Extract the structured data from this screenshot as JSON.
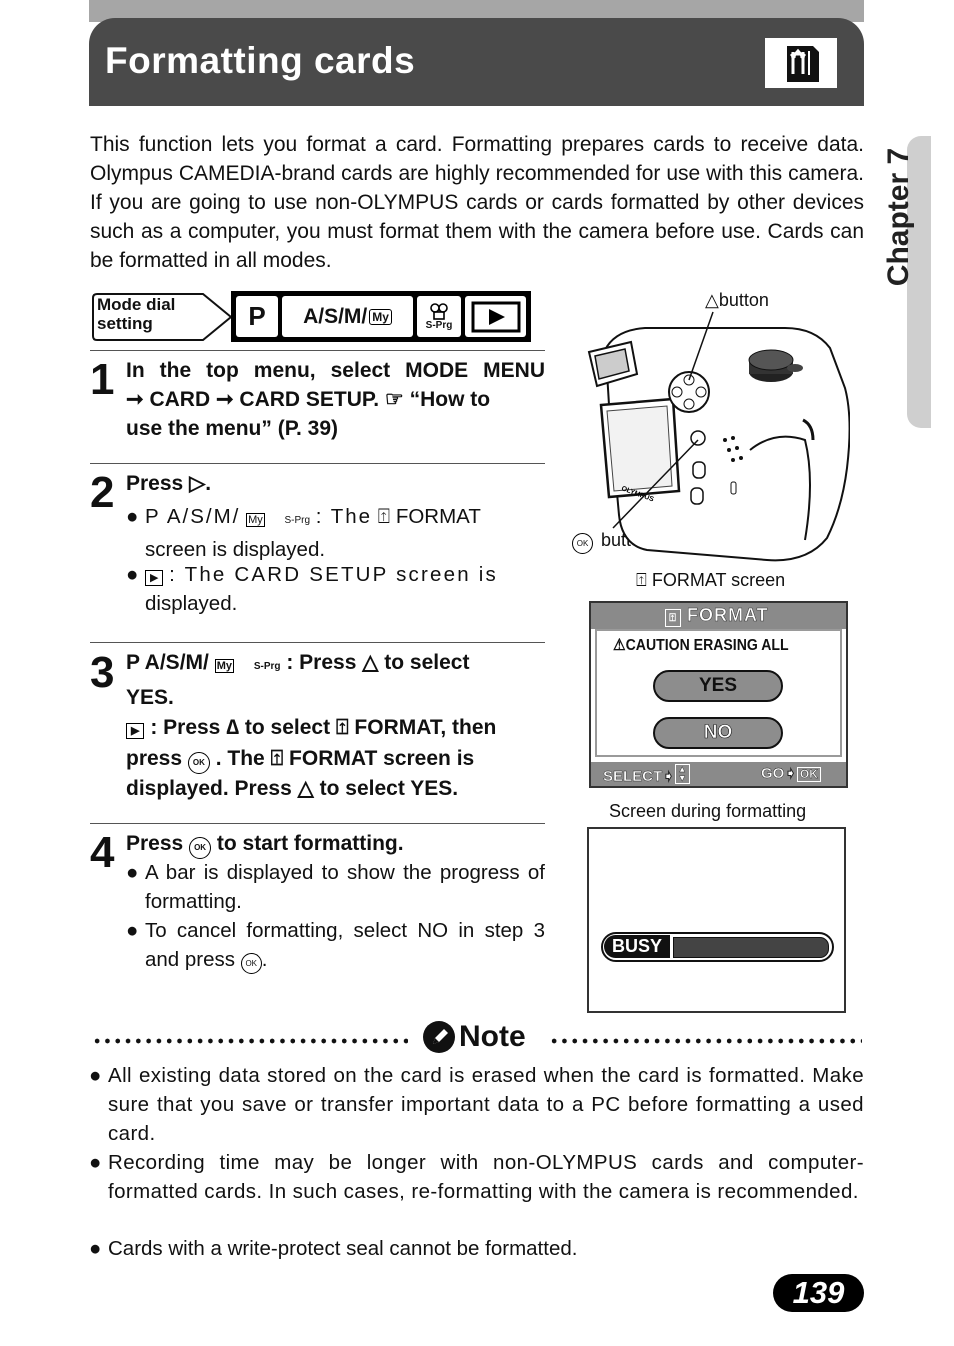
{
  "header": {
    "title": "Formatting cards"
  },
  "chapter_tab": "Chapter 7",
  "intro": "This function lets you format a card. Formatting prepares cards to receive data. Olympus CAMEDIA-brand cards are highly recommended for use with this camera. If you are going to use non-OLYMPUS cards or cards formatted by other devices such as a computer, you must format them with the camera before use. Cards can be formatted in all modes.",
  "mode_dial": {
    "label_line1": "Mode dial",
    "label_line2": "setting",
    "p": "P",
    "asm": "A/S/M/",
    "my": "My",
    "sprg": "S-Prg"
  },
  "steps": [
    {
      "number": "1",
      "line1": "In the top menu, select MODE MENU",
      "line2a": "CARD",
      "line2b": "CARD SETUP.",
      "line2c": "“How to",
      "line3": "use the menu” (P. 39)"
    },
    {
      "number": "2",
      "press": "Press",
      "b1_prefix": "P  A/S/M/",
      "b1_colon": ":  The",
      "b1_format": "FORMAT",
      "b1_line2": "screen is displayed.",
      "b2_text": ":  The  CARD  SETUP  screen  is",
      "b2_line2": "displayed."
    },
    {
      "number": "3",
      "l1_prefix": "P  A/S/M/",
      "l1_press": ":  Press",
      "l1_select": "to  select",
      "l2": "YES.",
      "l3a": ": Press",
      "l3b": "to select",
      "l3c": "FORMAT, then",
      "l4a": "press",
      "l4b": ". The",
      "l4c": "FORMAT  screen  is",
      "l5a": "displayed. Press",
      "l5b": "to select YES."
    },
    {
      "number": "4",
      "l1a": "Press",
      "l1b": "to start formatting.",
      "b1": "A bar is displayed to show the progress of formatting.",
      "b2a": "To cancel formatting, select NO in step 3 and press",
      "b2b": "."
    }
  ],
  "camera_figure": {
    "top_label": "button",
    "bottom_label": "button",
    "brand": "OLYMPUS"
  },
  "format_screen": {
    "caption": "FORMAT screen",
    "title": "FORMAT",
    "caution": "CAUTION   ERASING ALL",
    "yes": "YES",
    "no": "NO",
    "select": "SELECT",
    "go": "GO",
    "ok": "OK"
  },
  "busy_screen": {
    "caption": "Screen during formatting",
    "busy": "BUSY",
    "progress": 0
  },
  "note": {
    "title": "Note",
    "items": [
      "All existing data stored on the card is erased when the card is formatted. Make sure that you save or transfer important data to a PC before formatting a used card.",
      "Recording time may be longer with non-OLYMPUS cards and computer-formatted cards. In such cases, re-formatting with the camera is recommended.",
      "Cards with a write-protect seal cannot be formatted."
    ]
  },
  "page_number": "139"
}
